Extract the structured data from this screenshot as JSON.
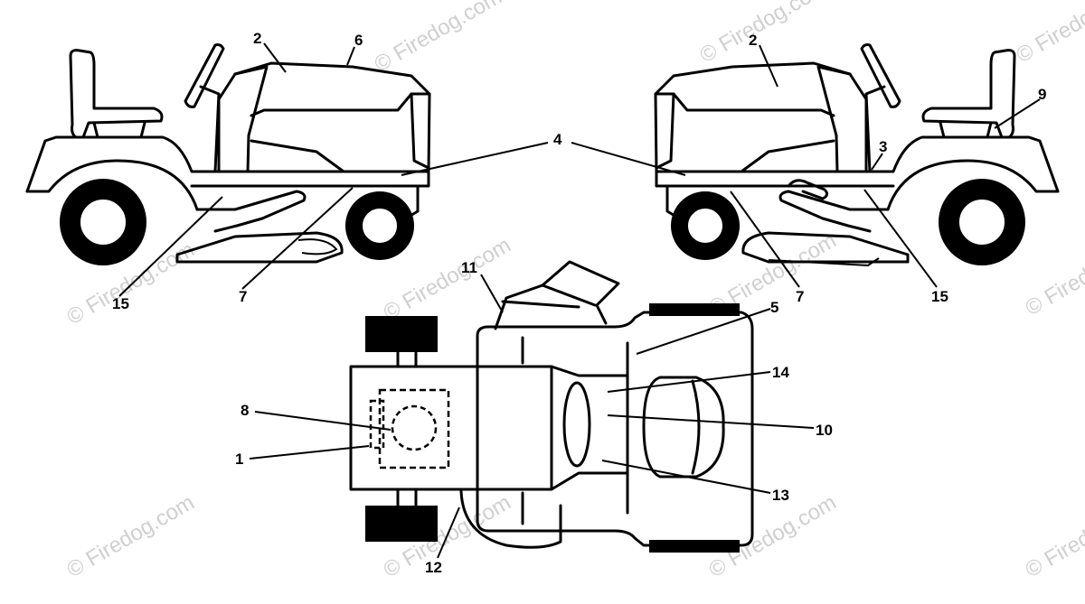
{
  "watermark": {
    "text": "© Firedog.com"
  },
  "callouts": {
    "c1": "1",
    "c2": "2",
    "c3": "3",
    "c4": "4",
    "c5": "5",
    "c6": "6",
    "c7": "7",
    "c8": "8",
    "c9": "9",
    "c10": "10",
    "c11": "11",
    "c12": "12",
    "c13": "13",
    "c14": "14",
    "c15": "15"
  }
}
